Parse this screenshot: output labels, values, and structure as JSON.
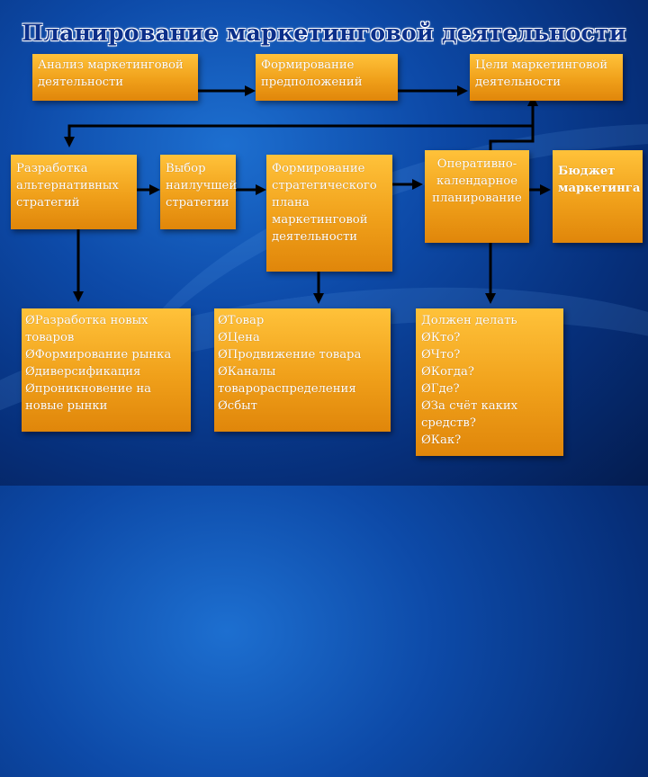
{
  "title": "Планирование маркетинговой деятельности",
  "boxes": {
    "analysis": [
      "Анализ маркетинговой",
      "деятельности"
    ],
    "assumptions": [
      "Формирование",
      "предположений"
    ],
    "goals": [
      "Цели маркетинговой",
      "деятельности"
    ],
    "alt_strategies": [
      "Разработка",
      "альтернативных",
      "стратегий"
    ],
    "best_strategy": [
      "Выбор",
      "наилучшей",
      "стратегии"
    ],
    "strategic_plan": [
      "Формирование",
      "стратегического",
      "плана",
      "маркетинговой",
      "деятельности"
    ],
    "operational": [
      "Оперативно-",
      "календарное",
      "планирование"
    ],
    "budget": [
      "Бюджет",
      "маркетинга"
    ],
    "growth_list": [
      "ØРазработка новых",
      "товаров",
      "ØФормирование рынка",
      "Øдиверсификация",
      "Øпроникновение на",
      "новые рынки"
    ],
    "mix_list": [
      "ØТовар",
      "ØЦена",
      "ØПродвижение товара",
      "ØКаналы",
      "товарораспределения",
      "Øсбыт"
    ],
    "questions_list": [
      "Должен делать",
      "ØКто?",
      "ØЧто?",
      "ØКогда?",
      "ØГде?",
      "ØЗа счёт каких",
      "средств?",
      "ØКак?"
    ]
  }
}
